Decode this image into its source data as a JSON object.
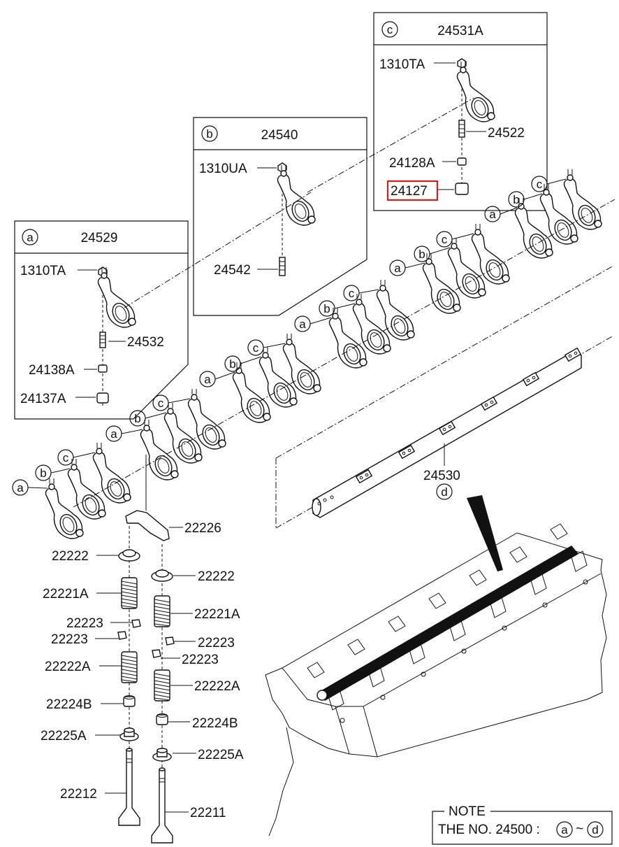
{
  "callouts": {
    "a": {
      "header_letter": "a",
      "header_part": "24529",
      "parts": [
        "1310TA",
        "24532",
        "24138A",
        "24137A"
      ]
    },
    "b": {
      "header_letter": "b",
      "header_part": "24540",
      "parts": [
        "1310UA",
        "24542"
      ]
    },
    "c": {
      "header_letter": "c",
      "header_part": "24531A",
      "parts": [
        "1310TA",
        "24522",
        "24128A",
        "24127"
      ]
    }
  },
  "highlighted_part": "24127",
  "rocker_letters": [
    "a",
    "b",
    "c",
    "a",
    "b",
    "c",
    "a",
    "b",
    "c",
    "a",
    "b",
    "c",
    "a",
    "b",
    "c",
    "a",
    "b",
    "c"
  ],
  "shaft": {
    "part": "24530",
    "letter": "d"
  },
  "valve_train": {
    "bridge": "22226",
    "left": [
      "22222",
      "22221A",
      "22223",
      "22223",
      "22222A",
      "22224B",
      "22225A",
      "22212"
    ],
    "right": [
      "22222",
      "22221A",
      "22223",
      "22223",
      "22222A",
      "22224B",
      "22225A",
      "22211"
    ]
  },
  "note": {
    "title": "NOTE",
    "text": "THE NO. 24500 :",
    "range_start": "a",
    "range_sep": "~",
    "range_end": "d"
  },
  "colors": {
    "highlight": "#d81e1e",
    "line": "#111111"
  },
  "icons": {
    "rocker_arm": "rocker-arm-icon",
    "rocker_shaft": "rocker-shaft-icon",
    "valve_spring": "valve-spring-icon",
    "valve": "valve-icon",
    "cylinder_head": "cylinder-head-icon"
  }
}
